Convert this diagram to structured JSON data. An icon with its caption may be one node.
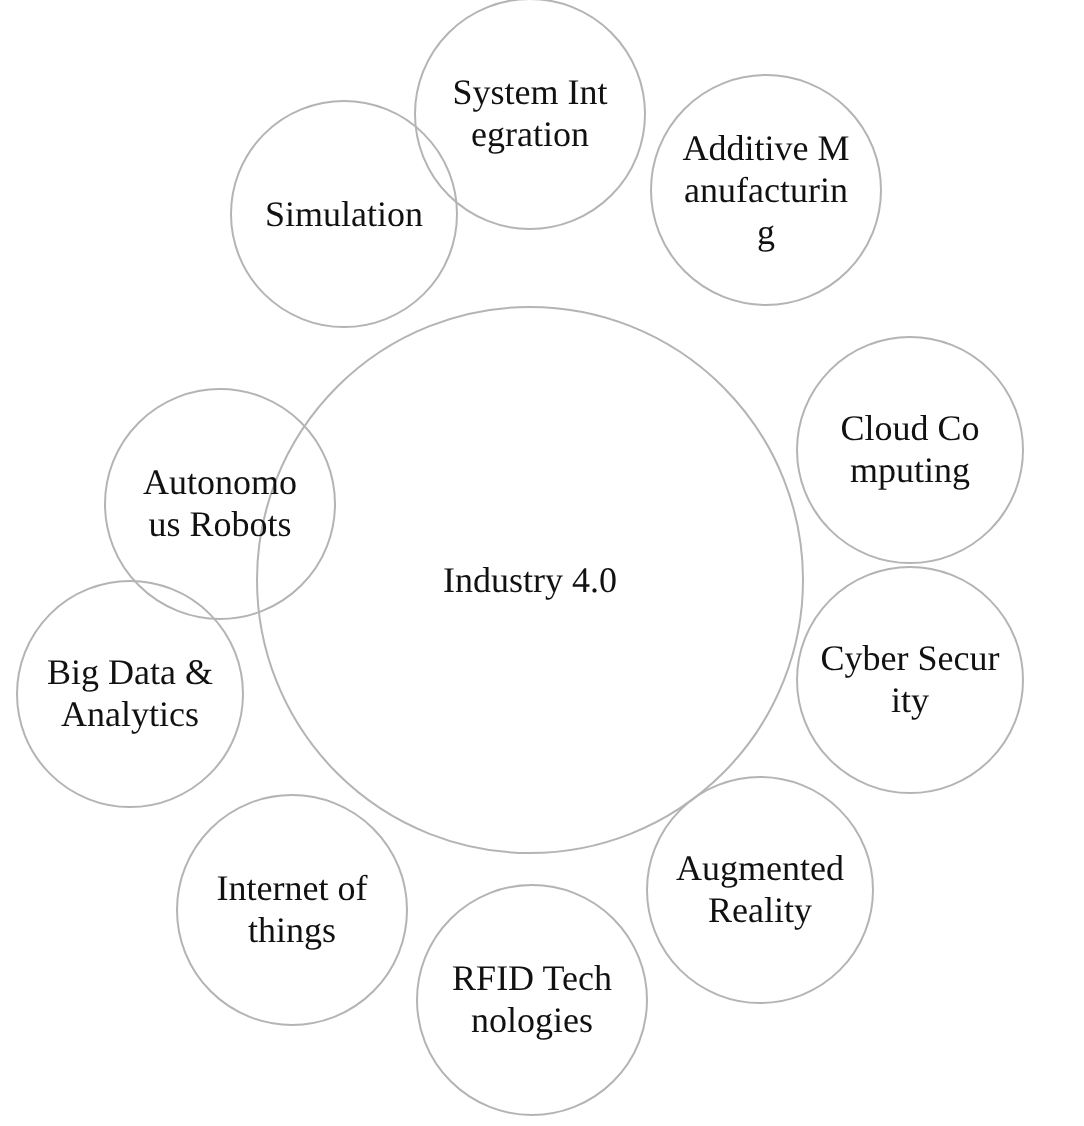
{
  "diagram": {
    "nodes": [
      {
        "text": [
          "Industry 4.0"
        ]
      },
      {
        "text": [
          "System Integration"
        ]
      },
      {
        "text": [
          "Additive Manufacturing"
        ]
      },
      {
        "text": [
          "Cloud Computing"
        ]
      },
      {
        "text": [
          "Cyber Security"
        ]
      },
      {
        "text": [
          "Augmented Reality"
        ]
      },
      {
        "text": [
          "RFID Technologies"
        ]
      },
      {
        "text": [
          "Internet of things"
        ]
      },
      {
        "text": [
          "Big Data & Analytics"
        ]
      },
      {
        "text": [
          "Autonomous Robots"
        ]
      },
      {
        "text": [
          "Simulation"
        ]
      }
    ]
  }
}
